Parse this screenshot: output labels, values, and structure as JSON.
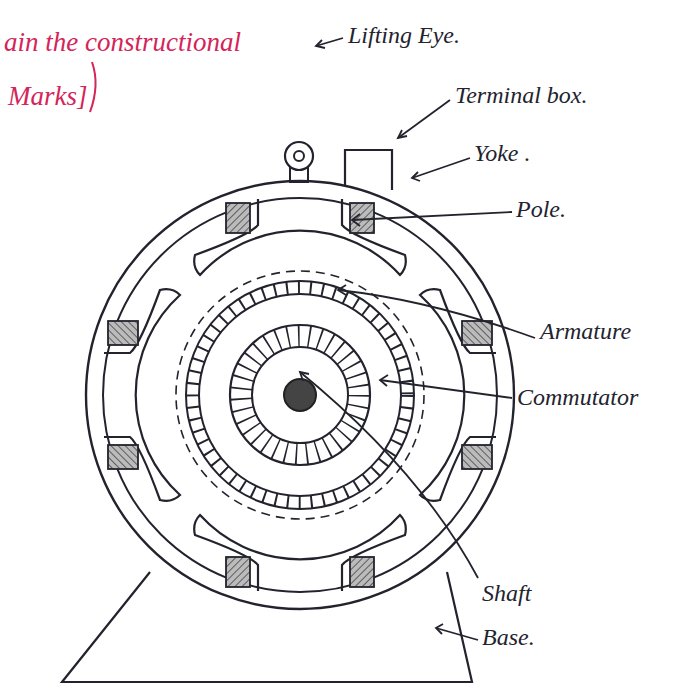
{
  "diagram": {
    "labels": [
      "ain the constructional",
      "Marks]",
      "Lifting Eye.",
      "Terminal box.",
      "Yoke .",
      "Pole.",
      "Armature",
      "Commutator",
      "Shaft",
      "Base."
    ]
  }
}
